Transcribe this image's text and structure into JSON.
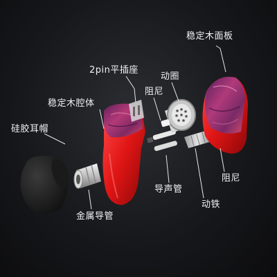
{
  "labels": {
    "faceplate": "稳定木面板",
    "socket": "2pin平插座",
    "dynamic_ring": "动圈",
    "damper_top": "阻尼",
    "cavity": "稳定木腔体",
    "eartip": "硅胶耳帽",
    "damper_right": "阻尼",
    "sound_tube": "导声管",
    "dynamic_driver": "动铁",
    "nozzle": "金属导管"
  }
}
